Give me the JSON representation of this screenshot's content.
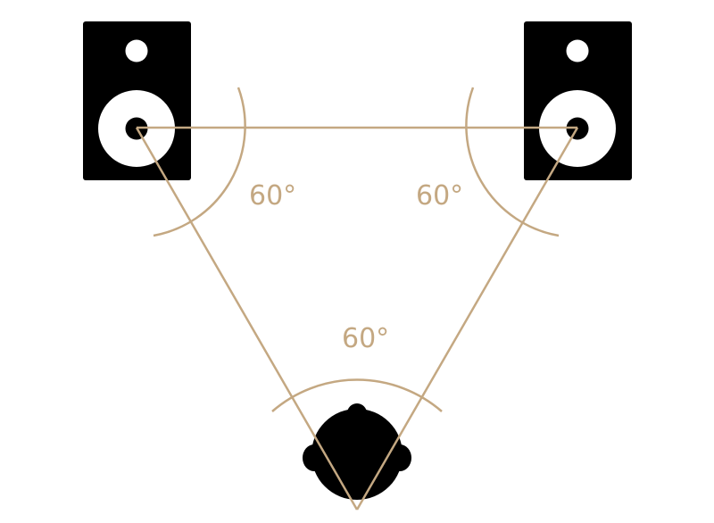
{
  "diagram": {
    "angles": {
      "left_speaker": "60°",
      "right_speaker": "60°",
      "listener": "60°"
    },
    "colors": {
      "line": "#c4a882",
      "speaker": "#000000",
      "cone": "#ffffff",
      "head": "#000000"
    }
  }
}
